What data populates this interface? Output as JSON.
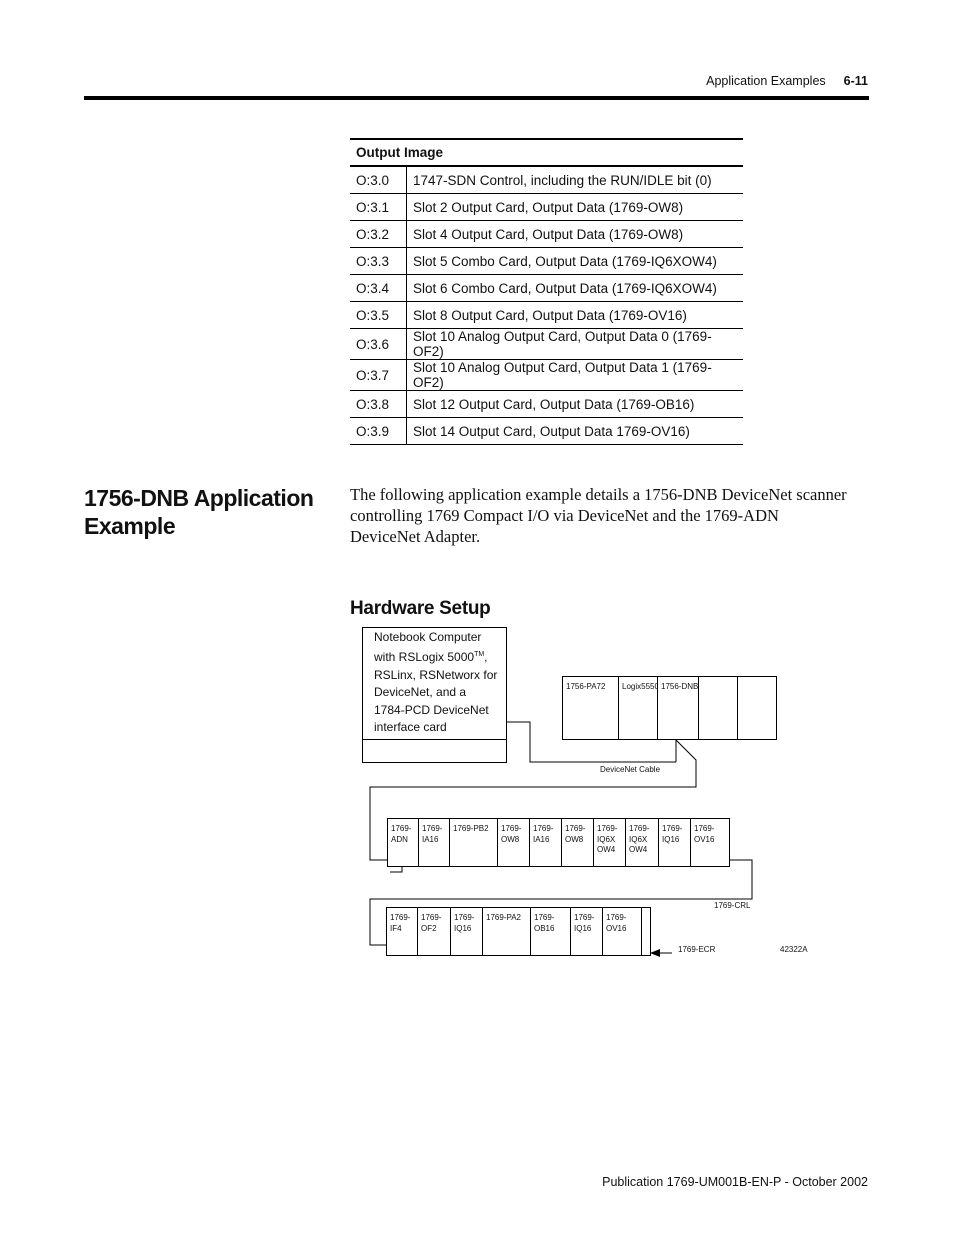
{
  "header": {
    "section": "Application Examples",
    "page": "6-11"
  },
  "output_table": {
    "header": "Output Image",
    "rows": [
      [
        "O:3.0",
        "1747-SDN Control, including the RUN/IDLE bit (0)"
      ],
      [
        "O:3.1",
        "Slot 2 Output Card, Output Data (1769-OW8)"
      ],
      [
        "O:3.2",
        "Slot 4 Output Card, Output Data (1769-OW8)"
      ],
      [
        "O:3.3",
        "Slot 5 Combo Card, Output Data (1769-IQ6XOW4)"
      ],
      [
        "O:3.4",
        "Slot 6 Combo Card, Output Data (1769-IQ6XOW4)"
      ],
      [
        "O:3.5",
        "Slot 8 Output Card, Output Data (1769-OV16)"
      ],
      [
        "O:3.6",
        "Slot 10 Analog Output Card, Output Data 0 (1769-OF2)"
      ],
      [
        "O:3.7",
        "Slot 10 Analog Output Card, Output Data 1 (1769-OF2)"
      ],
      [
        "O:3.8",
        "Slot 12 Output Card, Output Data (1769-OB16)"
      ],
      [
        "O:3.9",
        "Slot 14 Output Card, Output Data 1769-OV16)"
      ]
    ]
  },
  "section_title": "1756-DNB Application Example",
  "intro": "The following application example details a 1756-DNB DeviceNet scanner controlling 1769 Compact I/O via DeviceNet and the 1769-ADN DeviceNet Adapter.",
  "hardware_heading": "Hardware Setup",
  "diagram": {
    "notebook": {
      "line1": "Notebook Computer",
      "line2a": "with RSLogix 5000",
      "tm": "TM",
      "line2b": ",",
      "line3": "RSLinx, RSNetworx for",
      "line4": "DeviceNet, and a",
      "line5": "1784-PCD DeviceNet",
      "line6": "interface card"
    },
    "chassis": [
      "1756-PA72",
      "Logix5550",
      "1756-DNB",
      "",
      ""
    ],
    "devicenet_cable": "DeviceNet Cable",
    "bank1": [
      "1769-\nADN",
      "1769-\nIA16",
      "1769-PB2",
      "1769-\nOW8",
      "1769-\nIA16",
      "1769-\nOW8",
      "1769-\nIQ6X\nOW4",
      "1769-\nIQ6X\nOW4",
      "1769-\nIQ16",
      "1769-\nOV16"
    ],
    "bank2": [
      "1769-\nIF4",
      "1769-\nOF2",
      "1769-\nIQ16",
      "1769-PA2",
      "1769-\nOB16",
      "1769-\nIQ16",
      "1769-\nOV16"
    ],
    "crl_label": "1769-CRL",
    "ecr_label": "1769-ECR",
    "figure_id": "42322A"
  },
  "footer": "Publication 1769-UM001B-EN-P - October 2002"
}
